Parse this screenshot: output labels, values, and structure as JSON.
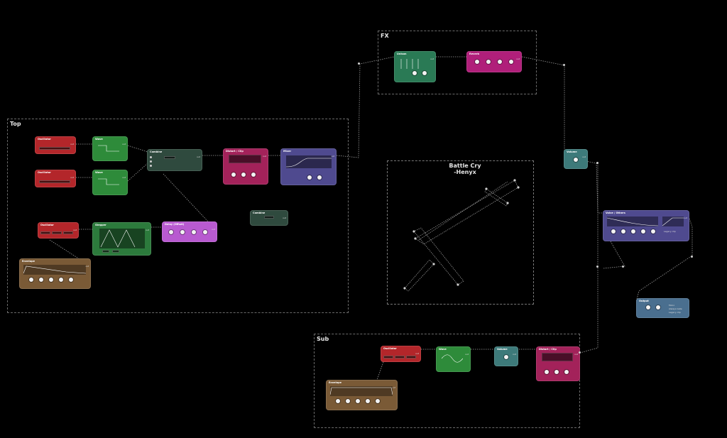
{
  "colors": {
    "oscillator": "#b3262a",
    "wave": "#2e8b3a",
    "combine": "#2f4a3e",
    "distort": "#a3225a",
    "mixer": "#4f4a8f",
    "stepper": "#2c7a3c",
    "delay": "#b85ad0",
    "envelope": "#7a5a36",
    "unison": "#2a7a55",
    "reverb": "#b01f7a",
    "volume": "#3d7a7a",
    "output": "#4a6f8f",
    "wire": "#9a9a9a",
    "group_border": "#6a6a6a",
    "background": "#000000"
  },
  "groups": {
    "top": "Top",
    "fx": "FX",
    "sub": "Sub"
  },
  "title_block": {
    "line1": "Battle Cry",
    "line2": "-Henyx"
  },
  "modules": {
    "osc1": {
      "title": "Oscillator",
      "out": "out"
    },
    "osc2": {
      "title": "Oscillator",
      "out": "out"
    },
    "osc3": {
      "title": "Oscillator",
      "out": "out"
    },
    "osc_sub": {
      "title": "Oscillator",
      "out": "out"
    },
    "wave1": {
      "title": "Wave",
      "out": "out"
    },
    "wave2": {
      "title": "Wave",
      "out": "out"
    },
    "wave_sub": {
      "title": "Wave",
      "out": "out"
    },
    "combine1": {
      "title": "Combine",
      "out": "out"
    },
    "combine2": {
      "title": "Combine",
      "out": "out"
    },
    "distort1": {
      "title": "Distort / Clip",
      "out": "out"
    },
    "distort_sub": {
      "title": "Distort / Clip",
      "out": "out"
    },
    "mixer": {
      "title": "Mixer",
      "out": "out"
    },
    "stepper": {
      "title": "Stepper",
      "out": "out"
    },
    "delay": {
      "title": "Delay (Offset)",
      "out": "out"
    },
    "env1": {
      "title": "Envelope",
      "out": "out"
    },
    "env_sub": {
      "title": "Envelope",
      "out": "out"
    },
    "unison": {
      "title": "Unison",
      "out": "out"
    },
    "reverb": {
      "title": "Reverb",
      "out": "out"
    },
    "volume_fx": {
      "title": "Volume",
      "out": "out"
    },
    "volume_sub": {
      "title": "Volume",
      "out": "out"
    },
    "valve": {
      "title": "Valve / Others",
      "out": "out",
      "legacy": "Legacy clip"
    },
    "output": {
      "title": "Output",
      "opt1": "Mono",
      "opt2": "Always Gate",
      "opt3": "Legacy clip"
    }
  }
}
